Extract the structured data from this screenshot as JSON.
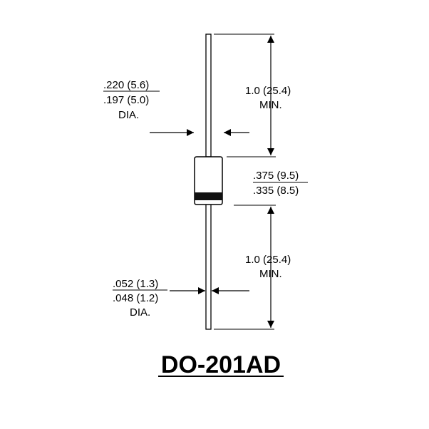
{
  "body_dia": {
    "max": ".220 (5.6)",
    "min": ".197 (5.0)",
    "suffix": "DIA."
  },
  "lead_length_top": {
    "value": "1.0 (25.4)",
    "suffix": "MIN."
  },
  "body_length": {
    "max": ".375 (9.5)",
    "min": ".335 (8.5)"
  },
  "lead_length_bottom": {
    "value": "1.0 (25.4)",
    "suffix": "MIN."
  },
  "lead_dia": {
    "max": ".052 (1.3)",
    "min": ".048 (1.2)",
    "suffix": "DIA."
  },
  "package_name": "DO-201AD"
}
